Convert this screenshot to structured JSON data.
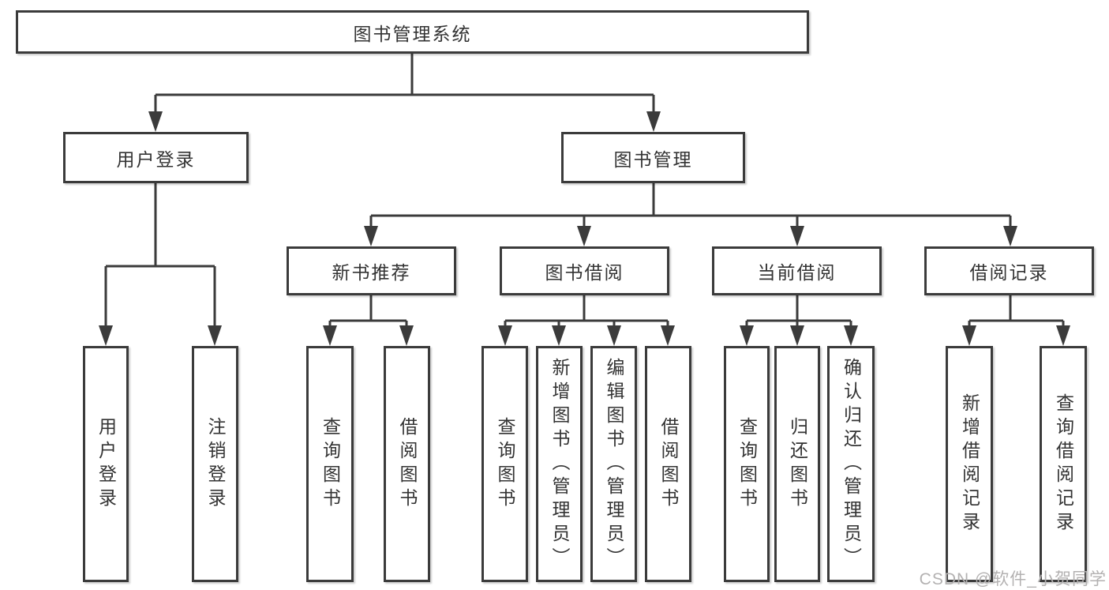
{
  "colors": {
    "line": "#3b3b3b",
    "box_border": "#3b3b3b",
    "text": "#333333",
    "watermark": "#b3b1b1",
    "background": "#ffffff"
  },
  "watermark": {
    "text": "CSDN @软件_小贺同学"
  },
  "tree": {
    "label": "图书管理系统",
    "children": [
      {
        "label": "用户登录",
        "children": [
          {
            "label": "用户登录"
          },
          {
            "label": "注销登录"
          }
        ]
      },
      {
        "label": "图书管理",
        "children": [
          {
            "label": "新书推荐",
            "children": [
              {
                "label": "查询图书"
              },
              {
                "label": "借阅图书"
              }
            ]
          },
          {
            "label": "图书借阅",
            "children": [
              {
                "label": "查询图书"
              },
              {
                "label": "新增图书（管理员）"
              },
              {
                "label": "编辑图书（管理员）"
              },
              {
                "label": "借阅图书"
              }
            ]
          },
          {
            "label": "当前借阅",
            "children": [
              {
                "label": "查询图书"
              },
              {
                "label": "归还图书"
              },
              {
                "label": "确认归还（管理员）"
              }
            ]
          },
          {
            "label": "借阅记录",
            "children": [
              {
                "label": "新增借阅记录"
              },
              {
                "label": "查询借阅记录"
              }
            ]
          }
        ]
      }
    ]
  }
}
